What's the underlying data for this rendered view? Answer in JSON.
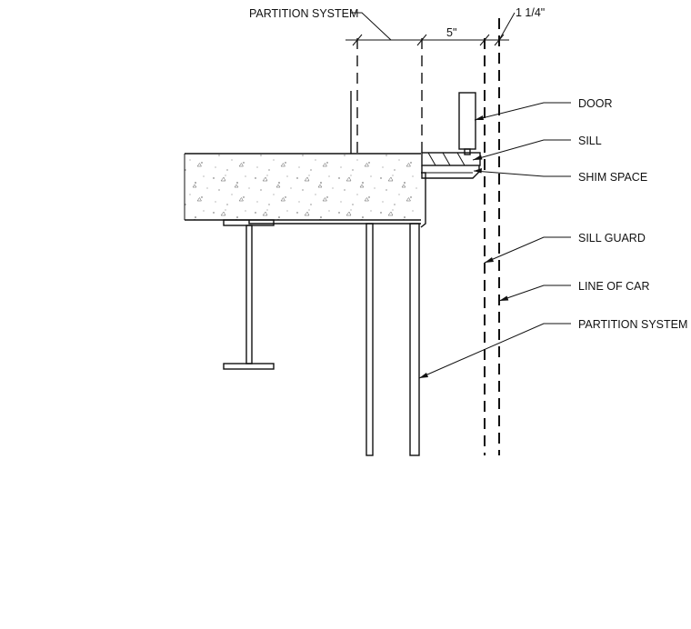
{
  "labels": {
    "partition_system_top": "PARTITION SYSTEM",
    "dim_5": "5\"",
    "dim_1_1_4": "1 1/4\"",
    "door": "DOOR",
    "sill": "SILL",
    "shim_space": "SHIM SPACE",
    "sill_guard": "SILL GUARD",
    "line_of_car": "LINE OF CAR",
    "partition_system_right": "PARTITION SYSTEM"
  },
  "colors": {
    "line": "#111111",
    "background": "#ffffff"
  }
}
